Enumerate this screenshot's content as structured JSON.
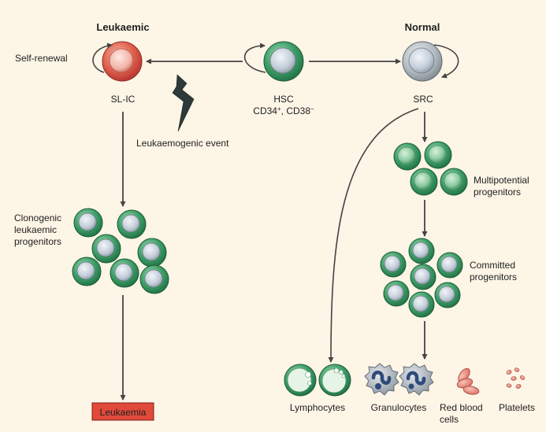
{
  "headings": {
    "leukaemic": "Leukaemic",
    "normal": "Normal"
  },
  "labels": {
    "self_renewal": "Self-renewal",
    "sl_ic": "SL-IC",
    "hsc": "HSC",
    "hsc_markers": {
      "cd34": "CD34",
      "cd34_sup": "+",
      "sep": ", CD38",
      "cd38_sup": "−"
    },
    "src": "SRC",
    "leukaemogenic_event": "Leukaemogenic event",
    "clonogenic": [
      "Clonogenic",
      "leukaemic",
      "progenitors"
    ],
    "multipotential": [
      "Multipotential",
      "progenitors"
    ],
    "committed": [
      "Committed",
      "progenitors"
    ],
    "leukaemia": "Leukaemia",
    "lymphocytes": "Lymphocytes",
    "granulocytes": "Granulocytes",
    "red_blood_cells": [
      "Red blood",
      "cells"
    ],
    "platelets": "Platelets"
  },
  "colors": {
    "background": "#fdf5e6",
    "leukaemic_cell": "#d9463e",
    "stem_cell_green": "#2f9a5f",
    "src_grey": "#a9b1b6",
    "nucleus": "#c9d2dc",
    "leukaemia_box": "#e04a3a",
    "arrow": "#444444"
  }
}
